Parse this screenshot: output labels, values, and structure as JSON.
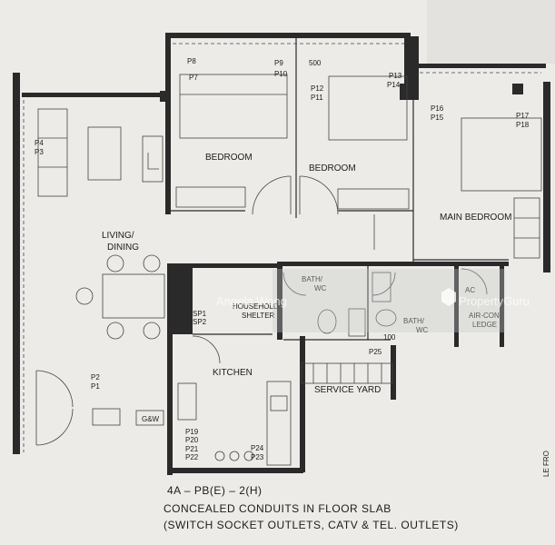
{
  "rooms": {
    "bedroom_left": "BEDROOM",
    "bedroom_mid": "BEDROOM",
    "main_bedroom": "MAIN BEDROOM",
    "living_line1": "LIVING/",
    "living_line2": "DINING",
    "kitchen": "KITCHEN",
    "bath_wc_1_line1": "BATH/",
    "bath_wc_1_line2": "WC",
    "bath_wc_2_line1": "BATH/",
    "bath_wc_2_line2": "WC",
    "household_line1": "HOUSEHOLD",
    "household_line2": "SHELTER",
    "aircon_line1": "AIR-CON",
    "aircon_line2": "LEDGE",
    "service_yard": "SERVICE YARD",
    "gw": "G&W"
  },
  "points": {
    "p7": "P7",
    "p8": "P8",
    "p9": "P9",
    "p10": "P10",
    "p11": "P11",
    "p12": "P12",
    "p13": "P13",
    "p14": "P14",
    "p15": "P15",
    "p16": "P16",
    "p17": "P17",
    "p18": "P18",
    "p1": "P1",
    "p2": "P2",
    "p3": "P3",
    "p4": "P4",
    "p19": "P19",
    "p20": "P20",
    "p21": "P21",
    "p22": "P22",
    "p23": "P23",
    "p24": "P24",
    "p25": "P25",
    "sp1": "SP1",
    "sp2": "SP2",
    "ac": "AC",
    "num100": "100",
    "num500": "500"
  },
  "footer": {
    "code": "4A – PB(E) – 2(H)",
    "line1": "CONCEALED CONDUITS IN FLOOR SLAB",
    "line2": "(SWITCH SOCKET OUTLETS, CATV & TEL. OUTLETS)"
  },
  "watermarks": {
    "author": "Angela Wong",
    "brand": "PropertyGuru"
  },
  "side_text": "LE FRO"
}
